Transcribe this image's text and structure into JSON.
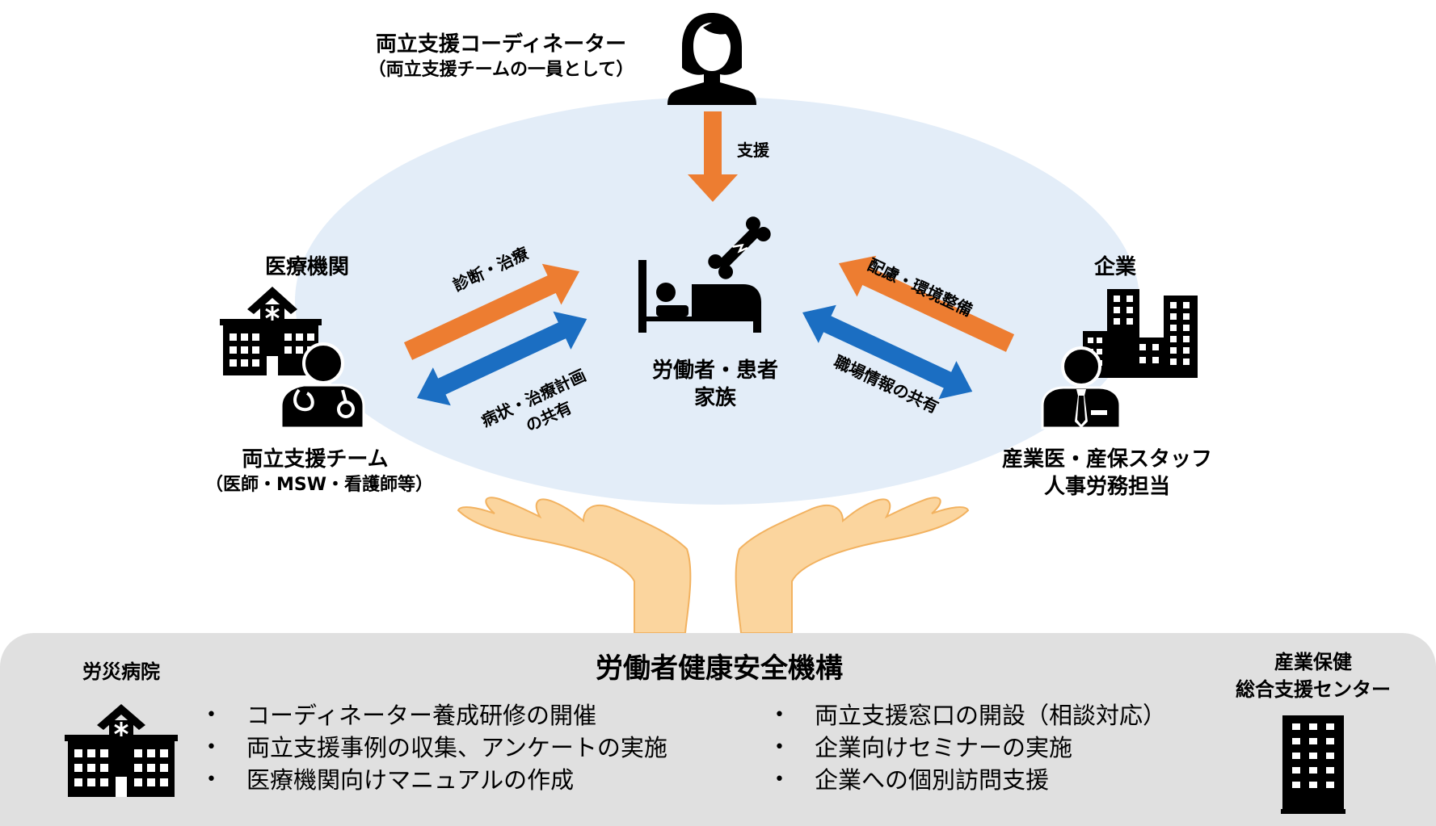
{
  "coordinator": {
    "title": "両立支援コーディネーター",
    "subtitle": "（両立支援チームの一員として）"
  },
  "support_arrow_label": "支援",
  "medical": {
    "title": "医療機関",
    "team_title": "両立支援チーム",
    "team_subtitle": "（医師・MSW・看護師等）"
  },
  "patient": {
    "line1": "労働者・患者",
    "line2": "家族"
  },
  "company": {
    "title": "企業",
    "staff_line1": "産業医・産保スタッフ",
    "staff_line2": "人事労務担当"
  },
  "arrows": {
    "diagnosis": "診断・治療",
    "condition_line1": "病状・治療計画",
    "condition_line2": "の共有",
    "consideration": "配慮・環境整備",
    "workplace_info": "職場情報の共有"
  },
  "bottom": {
    "left_org": "労災病院",
    "center_title": "労働者健康安全機構",
    "right_org_line1": "産業保健",
    "right_org_line2": "総合支援センター",
    "bullets_left": [
      "コーディネーター養成研修の開催",
      "両立支援事例の収集、アンケートの実施",
      "医療機関向けマニュアルの作成"
    ],
    "bullets_right": [
      "両立支援窓口の開設（相談対応）",
      "企業向けセミナーの実施",
      "企業への個別訪問支援"
    ],
    "bullet_char": "•"
  },
  "colors": {
    "orange": "#ed7d31",
    "blue": "#1b6ec2",
    "ellipse": "#e3edf8",
    "panel": "#e0e0e0",
    "hand_fill": "#fbd59e",
    "hand_stroke": "#f2b260"
  },
  "icons": [
    "woman-icon",
    "hospital-icon",
    "doctor-icon",
    "patient-bed-icon",
    "bone-icon",
    "office-buildings-icon",
    "businessman-icon",
    "hands-icon",
    "small-hospital-icon",
    "tall-building-icon"
  ]
}
